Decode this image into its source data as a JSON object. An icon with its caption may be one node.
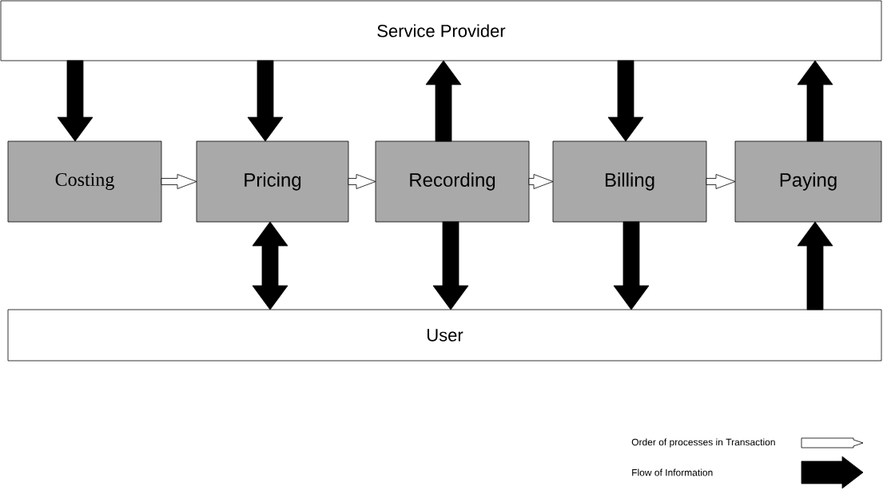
{
  "diagram": {
    "nodes": [
      {
        "text": [
          "Service Provider"
        ]
      },
      {
        "text": [
          "User"
        ]
      },
      {
        "text": [
          "Costing"
        ]
      },
      {
        "text": [
          "Pricing"
        ]
      },
      {
        "text": [
          "Recording"
        ]
      },
      {
        "text": [
          "Billing"
        ]
      },
      {
        "text": [
          "Paying"
        ]
      }
    ],
    "edges": [
      {
        "from": 2,
        "to": 3,
        "arrow": "to",
        "color": "#ffffff"
      },
      {
        "from": 3,
        "to": 4,
        "arrow": "to",
        "color": "#ffffff"
      },
      {
        "from": 4,
        "to": 5,
        "arrow": "to",
        "color": "#ffffff"
      },
      {
        "from": 5,
        "to": 6,
        "arrow": "to",
        "color": "#ffffff"
      },
      {
        "from": 0,
        "to": 2,
        "arrow": "to",
        "style": "thick"
      },
      {
        "from": 0,
        "to": 3,
        "arrow": "to",
        "style": "thick"
      },
      {
        "from": 4,
        "to": 0,
        "arrow": "to",
        "style": "thick"
      },
      {
        "from": 0,
        "to": 5,
        "arrow": "to",
        "style": "thick"
      },
      {
        "from": 6,
        "to": 0,
        "arrow": "to",
        "style": "thick"
      },
      {
        "from": 3,
        "to": 1,
        "arrow": "both",
        "style": "thick"
      },
      {
        "from": 4,
        "to": 1,
        "arrow": "to",
        "style": "thick"
      },
      {
        "from": 5,
        "to": 1,
        "arrow": "to",
        "style": "thick"
      },
      {
        "from": 1,
        "to": 6,
        "arrow": "to",
        "style": "thick"
      }
    ],
    "legend": [
      {
        "text": "Order of  processes in Transaction"
      },
      {
        "text": "Flow of Information"
      }
    ]
  }
}
